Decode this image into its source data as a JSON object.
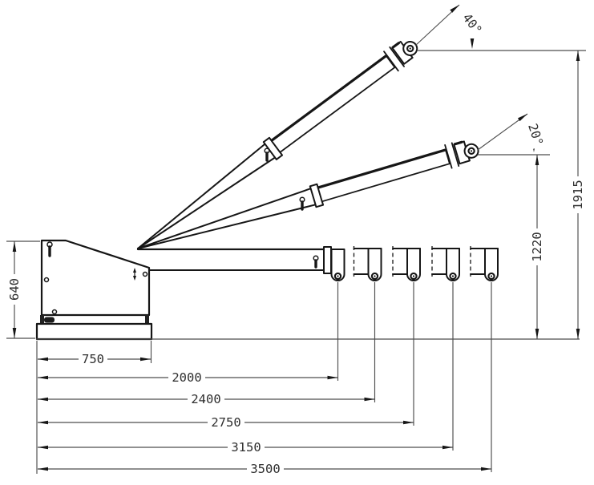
{
  "drawing": {
    "description": "Technical side-view drawing of a jib crane boom shown in three positions (40 deg, 20 deg, horizontal) with five telescopic reach positions and overall dimensions",
    "angle_labels": {
      "upper": "40°",
      "lower": "20°"
    },
    "height_labels": {
      "column": "640",
      "hook_20deg": "1220",
      "hook_40deg": "1915"
    },
    "reach_labels": {
      "base": "750",
      "pos1": "2000",
      "pos2": "2400",
      "pos3": "2750",
      "pos4": "3150",
      "pos5": "3500"
    },
    "colors": {
      "outline": "#161616",
      "dimension": "#4d4d4d",
      "text": "#2e2e2e",
      "background": "#ffffff"
    }
  }
}
